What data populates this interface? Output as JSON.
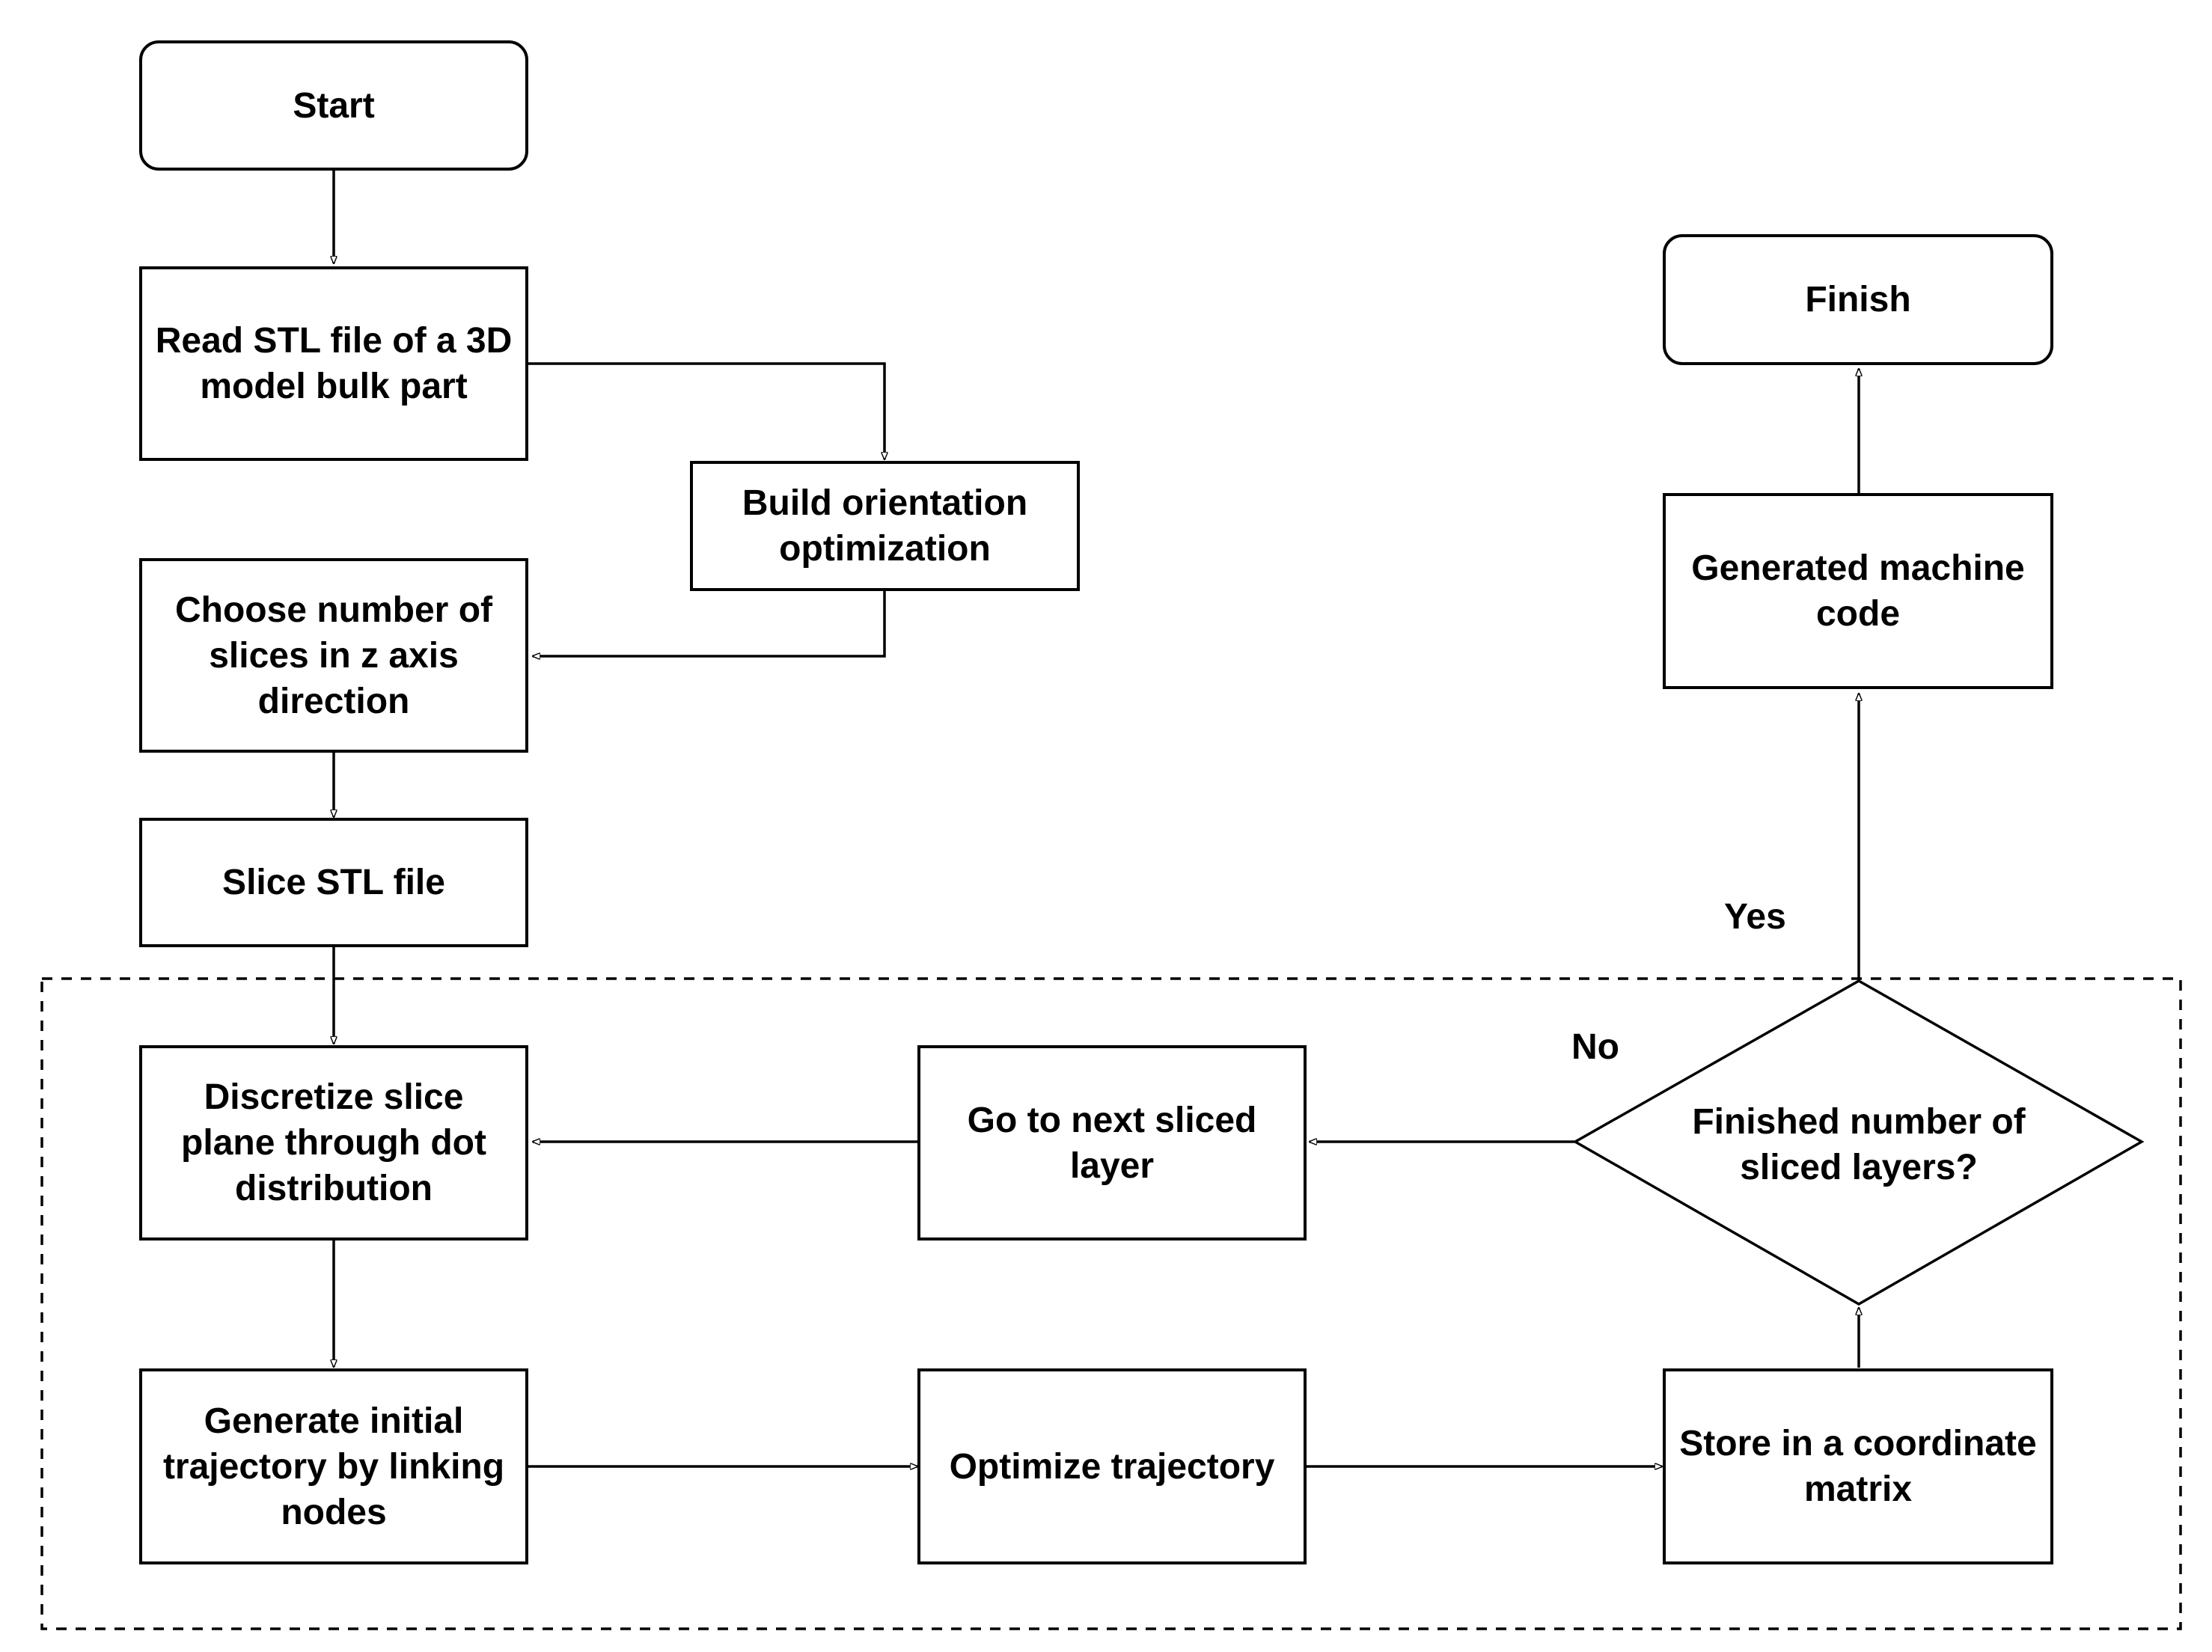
{
  "nodes": {
    "start": "Start",
    "read_stl": "Read STL file of a 3D model bulk part",
    "build_orientation": "Build orientation optimization",
    "choose_slices": "Choose number of slices in z axis direction",
    "slice_stl": "Slice STL file",
    "discretize": "Discretize slice plane through dot distribution",
    "generate_trajectory": "Generate initial trajectory by linking nodes",
    "optimize_trajectory": "Optimize trajectory",
    "store_matrix": "Store in a coordinate matrix",
    "finished_decision": "Finished number of sliced layers?",
    "next_layer": "Go to next sliced layer",
    "generated_code": "Generated machine code",
    "finish": "Finish"
  },
  "labels": {
    "yes": "Yes",
    "no": "No"
  },
  "colors": {
    "stroke": "#000000",
    "background": "#ffffff"
  }
}
